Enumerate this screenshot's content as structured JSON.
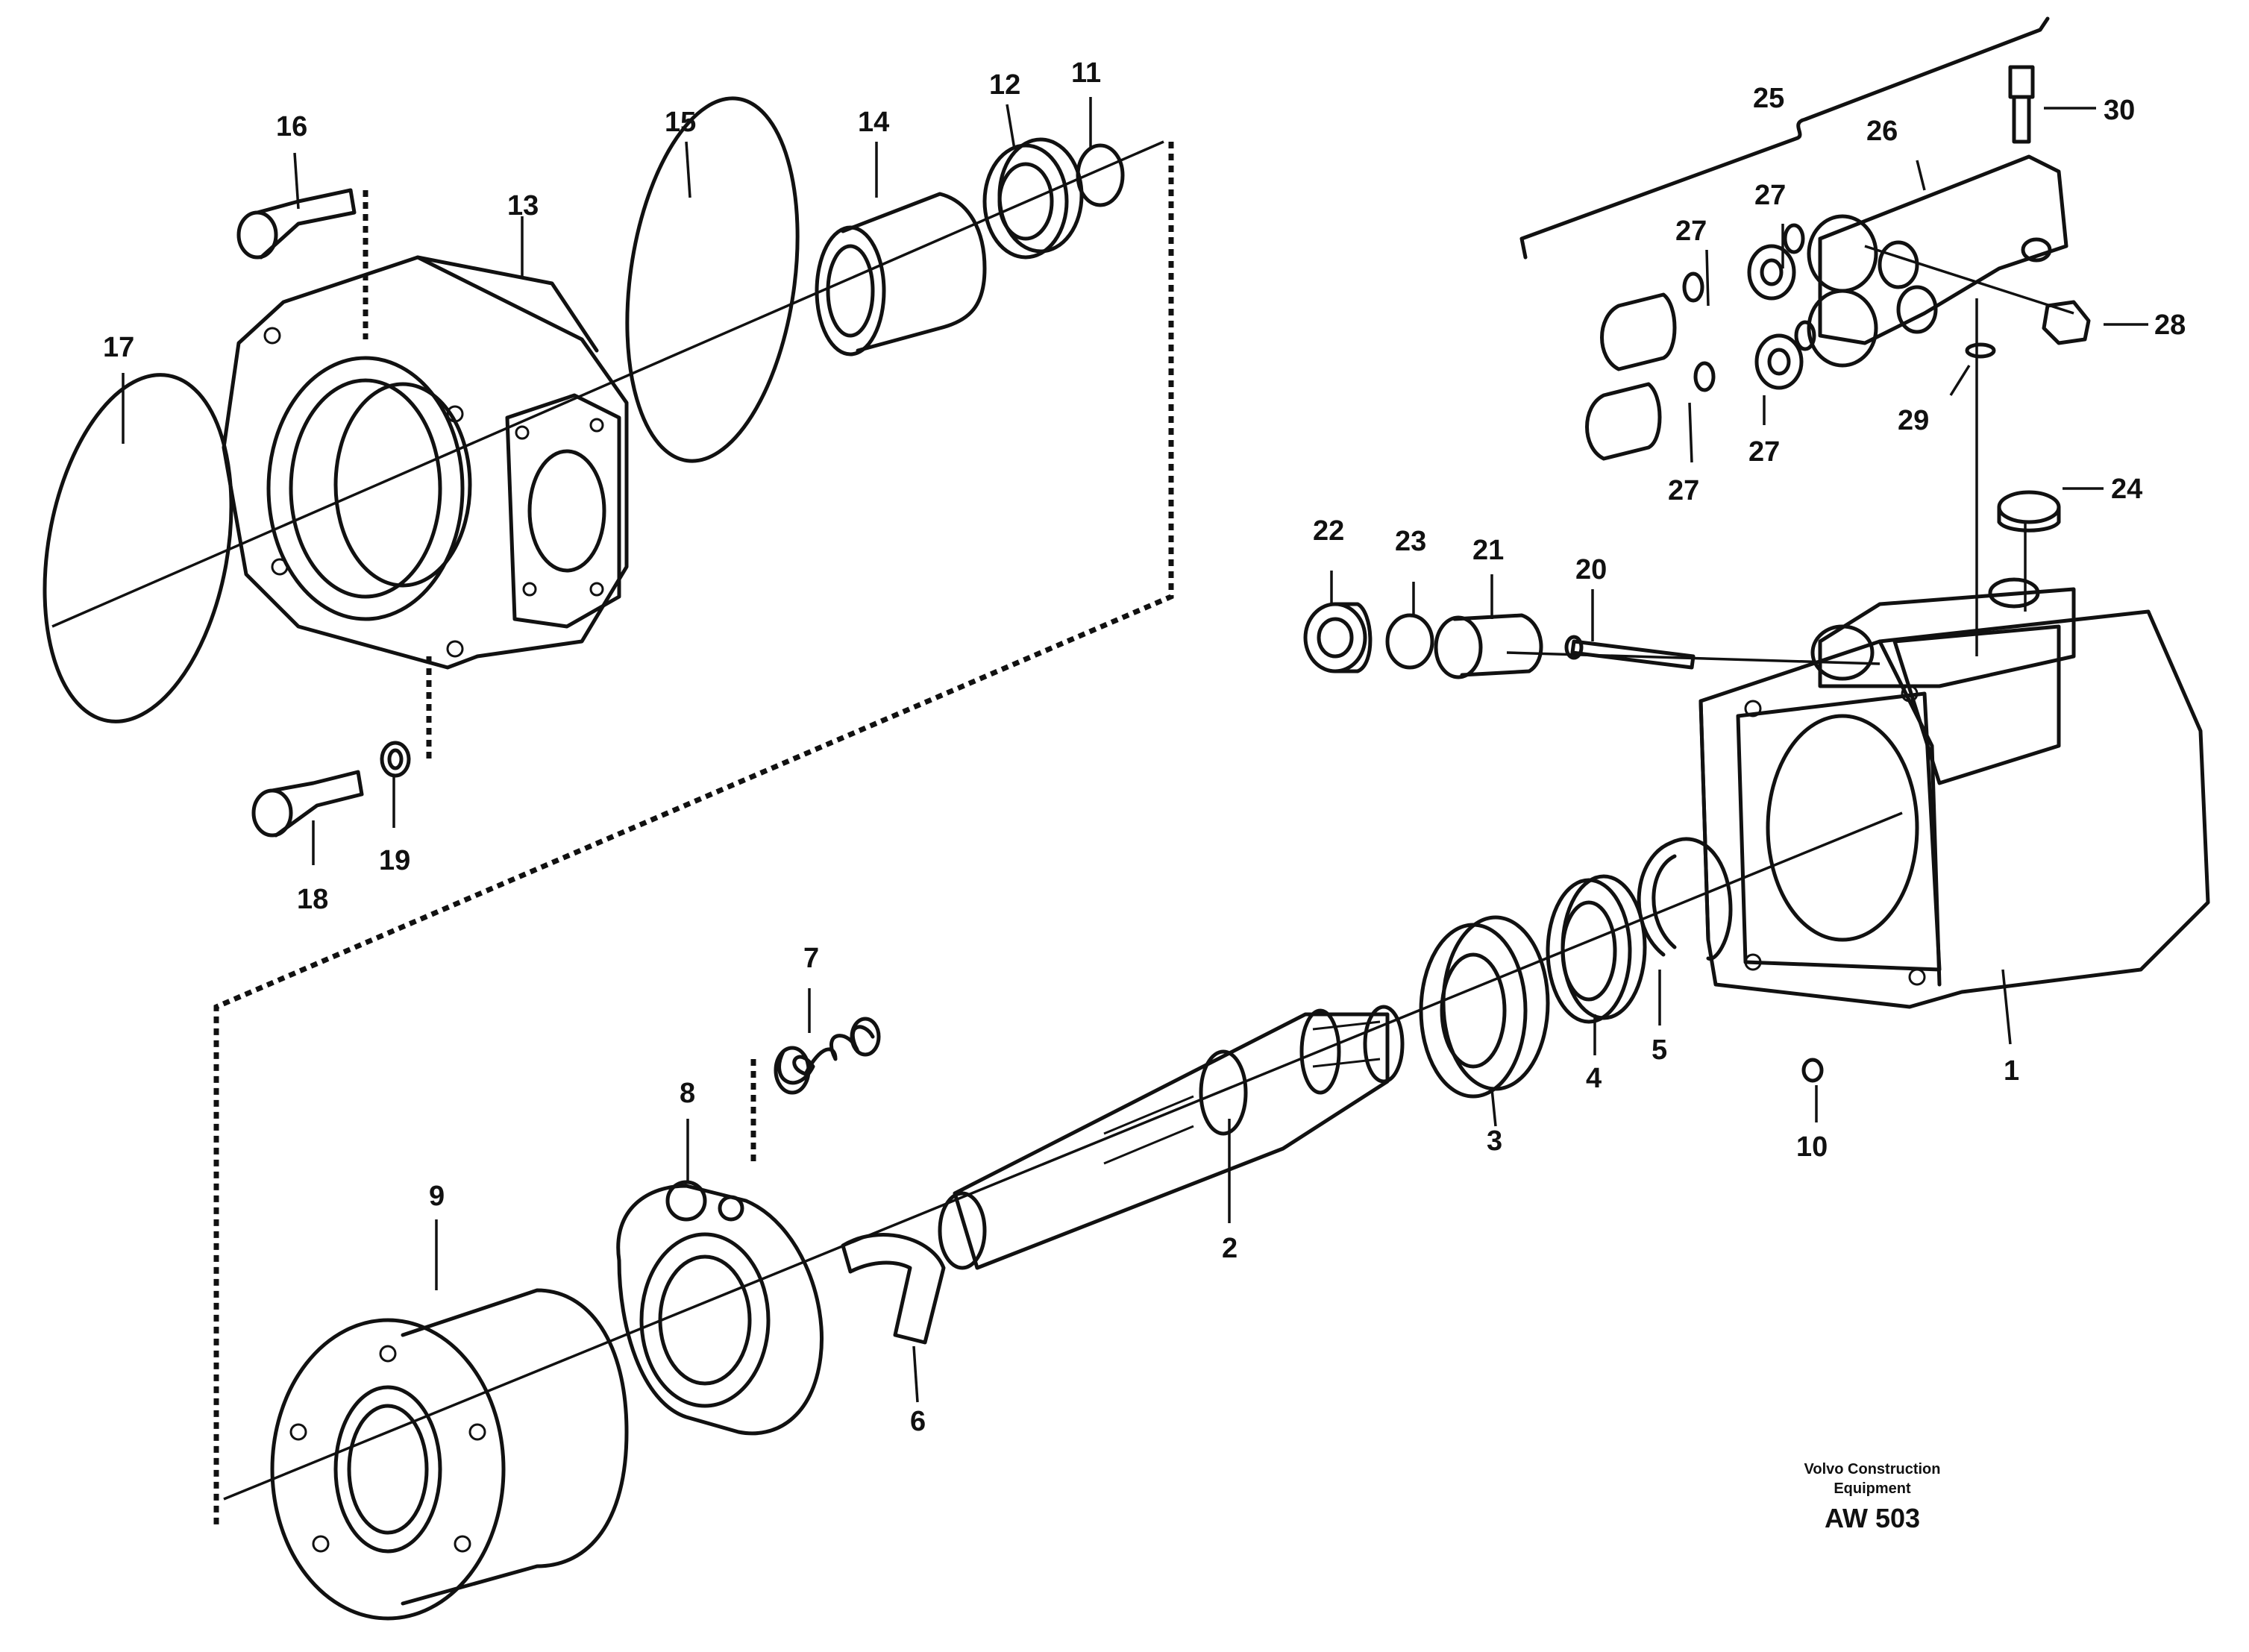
{
  "diagram": {
    "kind": "exploded parts diagram",
    "callouts": [
      "1",
      "2",
      "3",
      "4",
      "5",
      "6",
      "7",
      "8",
      "9",
      "10",
      "11",
      "12",
      "13",
      "14",
      "15",
      "16",
      "17",
      "18",
      "19",
      "20",
      "21",
      "22",
      "23",
      "24",
      "25",
      "26",
      "27",
      "28",
      "29",
      "30"
    ],
    "stamp": {
      "company_line1": "Volvo Construction",
      "company_line2": "Equipment",
      "code": "AW 503"
    }
  }
}
